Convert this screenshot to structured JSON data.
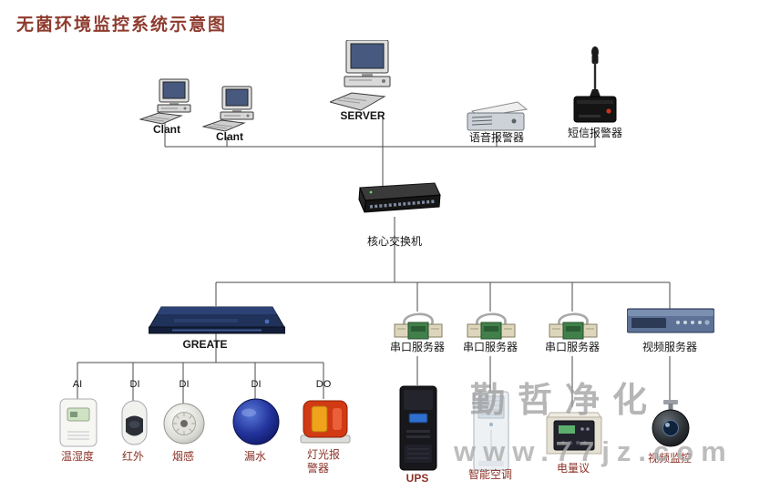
{
  "title": "无菌环境监控系统示意图",
  "watermark": {
    "line1": "勤哲净化",
    "line2": "www.77jz.com"
  },
  "colors": {
    "title_text": "#8e3b2e",
    "device_label": "#161616",
    "sensor_label": "#8b3228",
    "connector_line": "#4a4a4a",
    "watermark_text": "#a5a5a5"
  },
  "nodes": {
    "client1": {
      "label": "Clant"
    },
    "client2": {
      "label": "Clant"
    },
    "server": {
      "label": "SERVER"
    },
    "voice_alarm": {
      "label": "语音报警器"
    },
    "sms_alarm": {
      "label": "短信报警器"
    },
    "core_switch": {
      "label": "核心交换机"
    },
    "greate": {
      "label": "GREATE"
    },
    "serial_server_1": {
      "label": "串口服务器"
    },
    "serial_server_2": {
      "label": "串口服务器"
    },
    "serial_server_3": {
      "label": "串口服务器"
    },
    "video_server": {
      "label": "视频服务器"
    },
    "temp_humidity": {
      "port": "AI",
      "label": "温湿度"
    },
    "infrared": {
      "port": "DI",
      "label": "红外"
    },
    "smoke": {
      "port": "DI",
      "label": "烟感"
    },
    "water_leak": {
      "port": "DI",
      "label": "漏水"
    },
    "light_alarm": {
      "port": "DO",
      "label": "灯光报警器"
    },
    "ups": {
      "label": "UPS"
    },
    "smart_ac": {
      "label": "智能空调"
    },
    "power_meter": {
      "label": "电量议"
    },
    "video_monitor": {
      "label": "视频监控"
    }
  }
}
